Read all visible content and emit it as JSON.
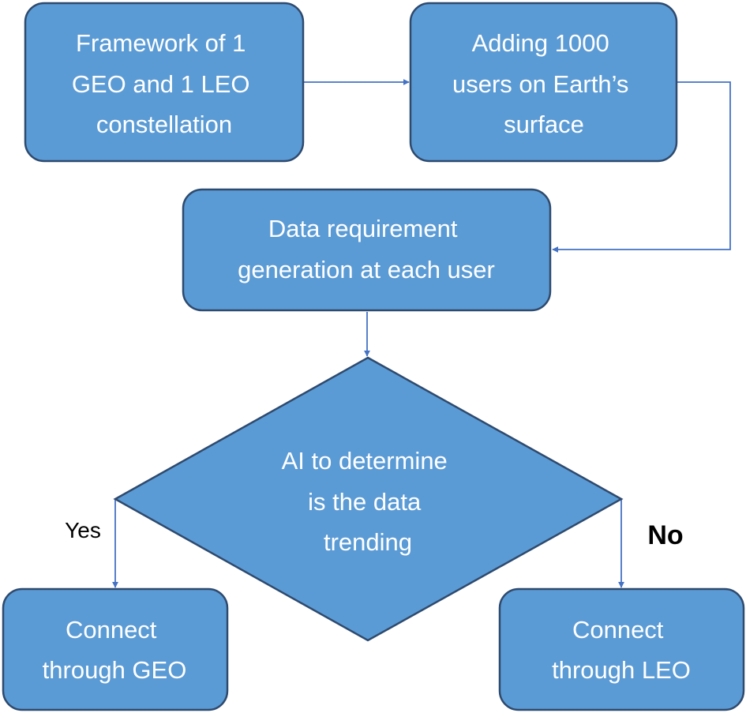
{
  "colors": {
    "node_fill": "#5B9BD5",
    "node_stroke": "#2E4A6E",
    "edge": "#4472C4",
    "text": "#FFFFFF",
    "label": "#000000"
  },
  "nodes": {
    "framework": {
      "lines": [
        "Framework of 1",
        "GEO and 1 LEO",
        "constellation"
      ]
    },
    "users": {
      "lines": [
        "Adding 1000",
        "users on Earth’s",
        "surface"
      ]
    },
    "data_requirement": {
      "lines": [
        "Data requirement",
        "generation at each user"
      ]
    },
    "decision": {
      "lines": [
        "AI to determine",
        "is the data",
        "trending"
      ]
    },
    "geo": {
      "lines": [
        "Connect",
        "through GEO"
      ]
    },
    "leo": {
      "lines": [
        "Connect",
        "through LEO"
      ]
    }
  },
  "edge_labels": {
    "yes": "Yes",
    "no": "No"
  }
}
